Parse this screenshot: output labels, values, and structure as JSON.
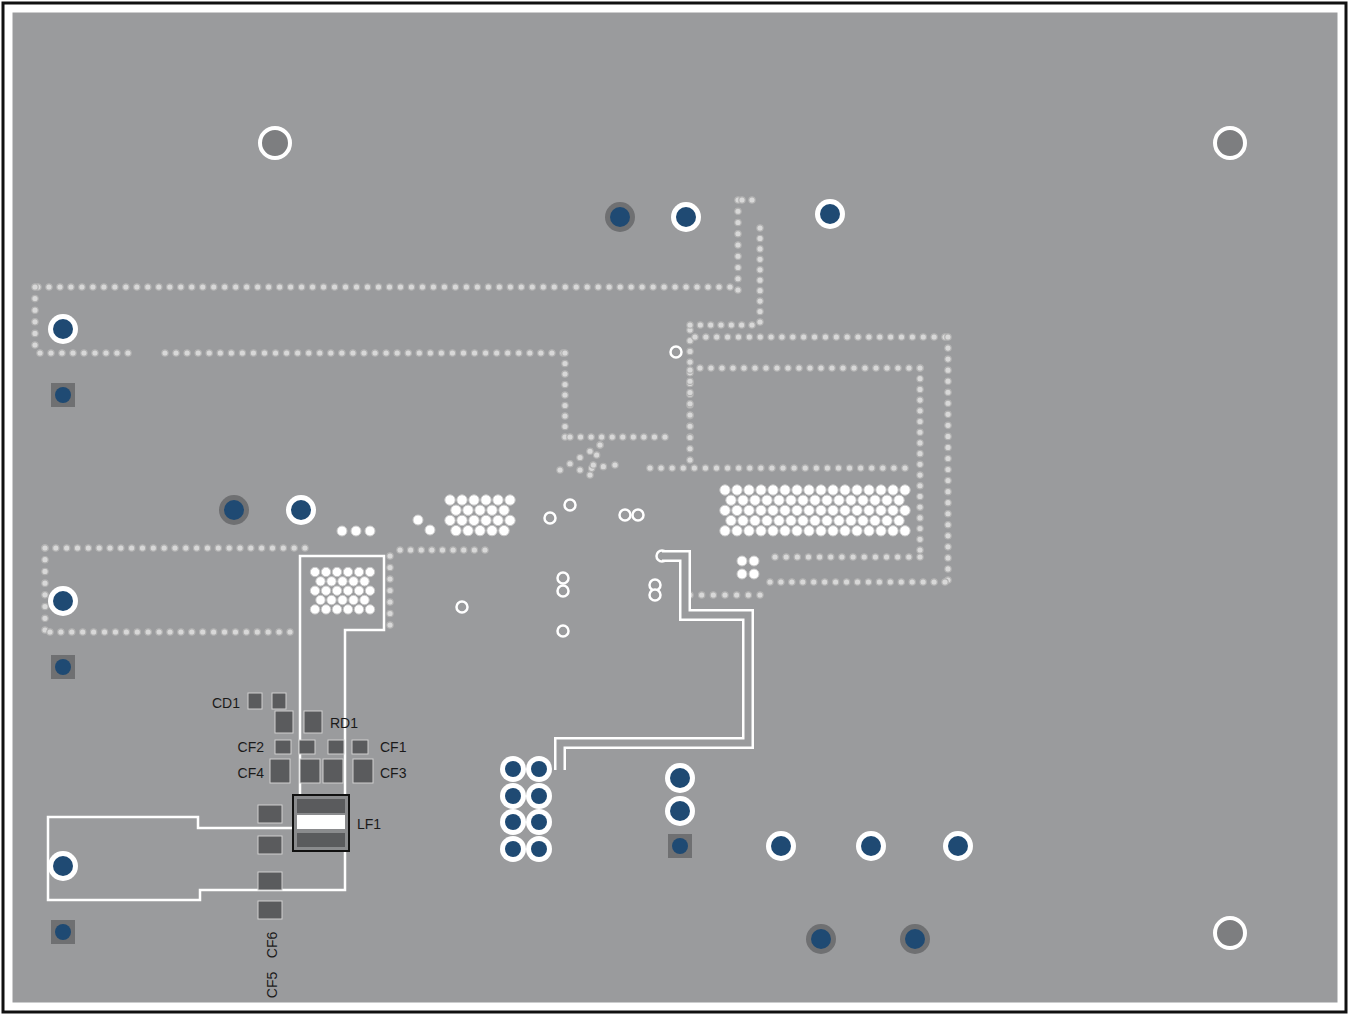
{
  "diagram": {
    "labels": [
      "CD1",
      "RD1",
      "CF2",
      "CF1",
      "CF4",
      "CF3",
      "LF1",
      "CF6",
      "CF5"
    ]
  }
}
